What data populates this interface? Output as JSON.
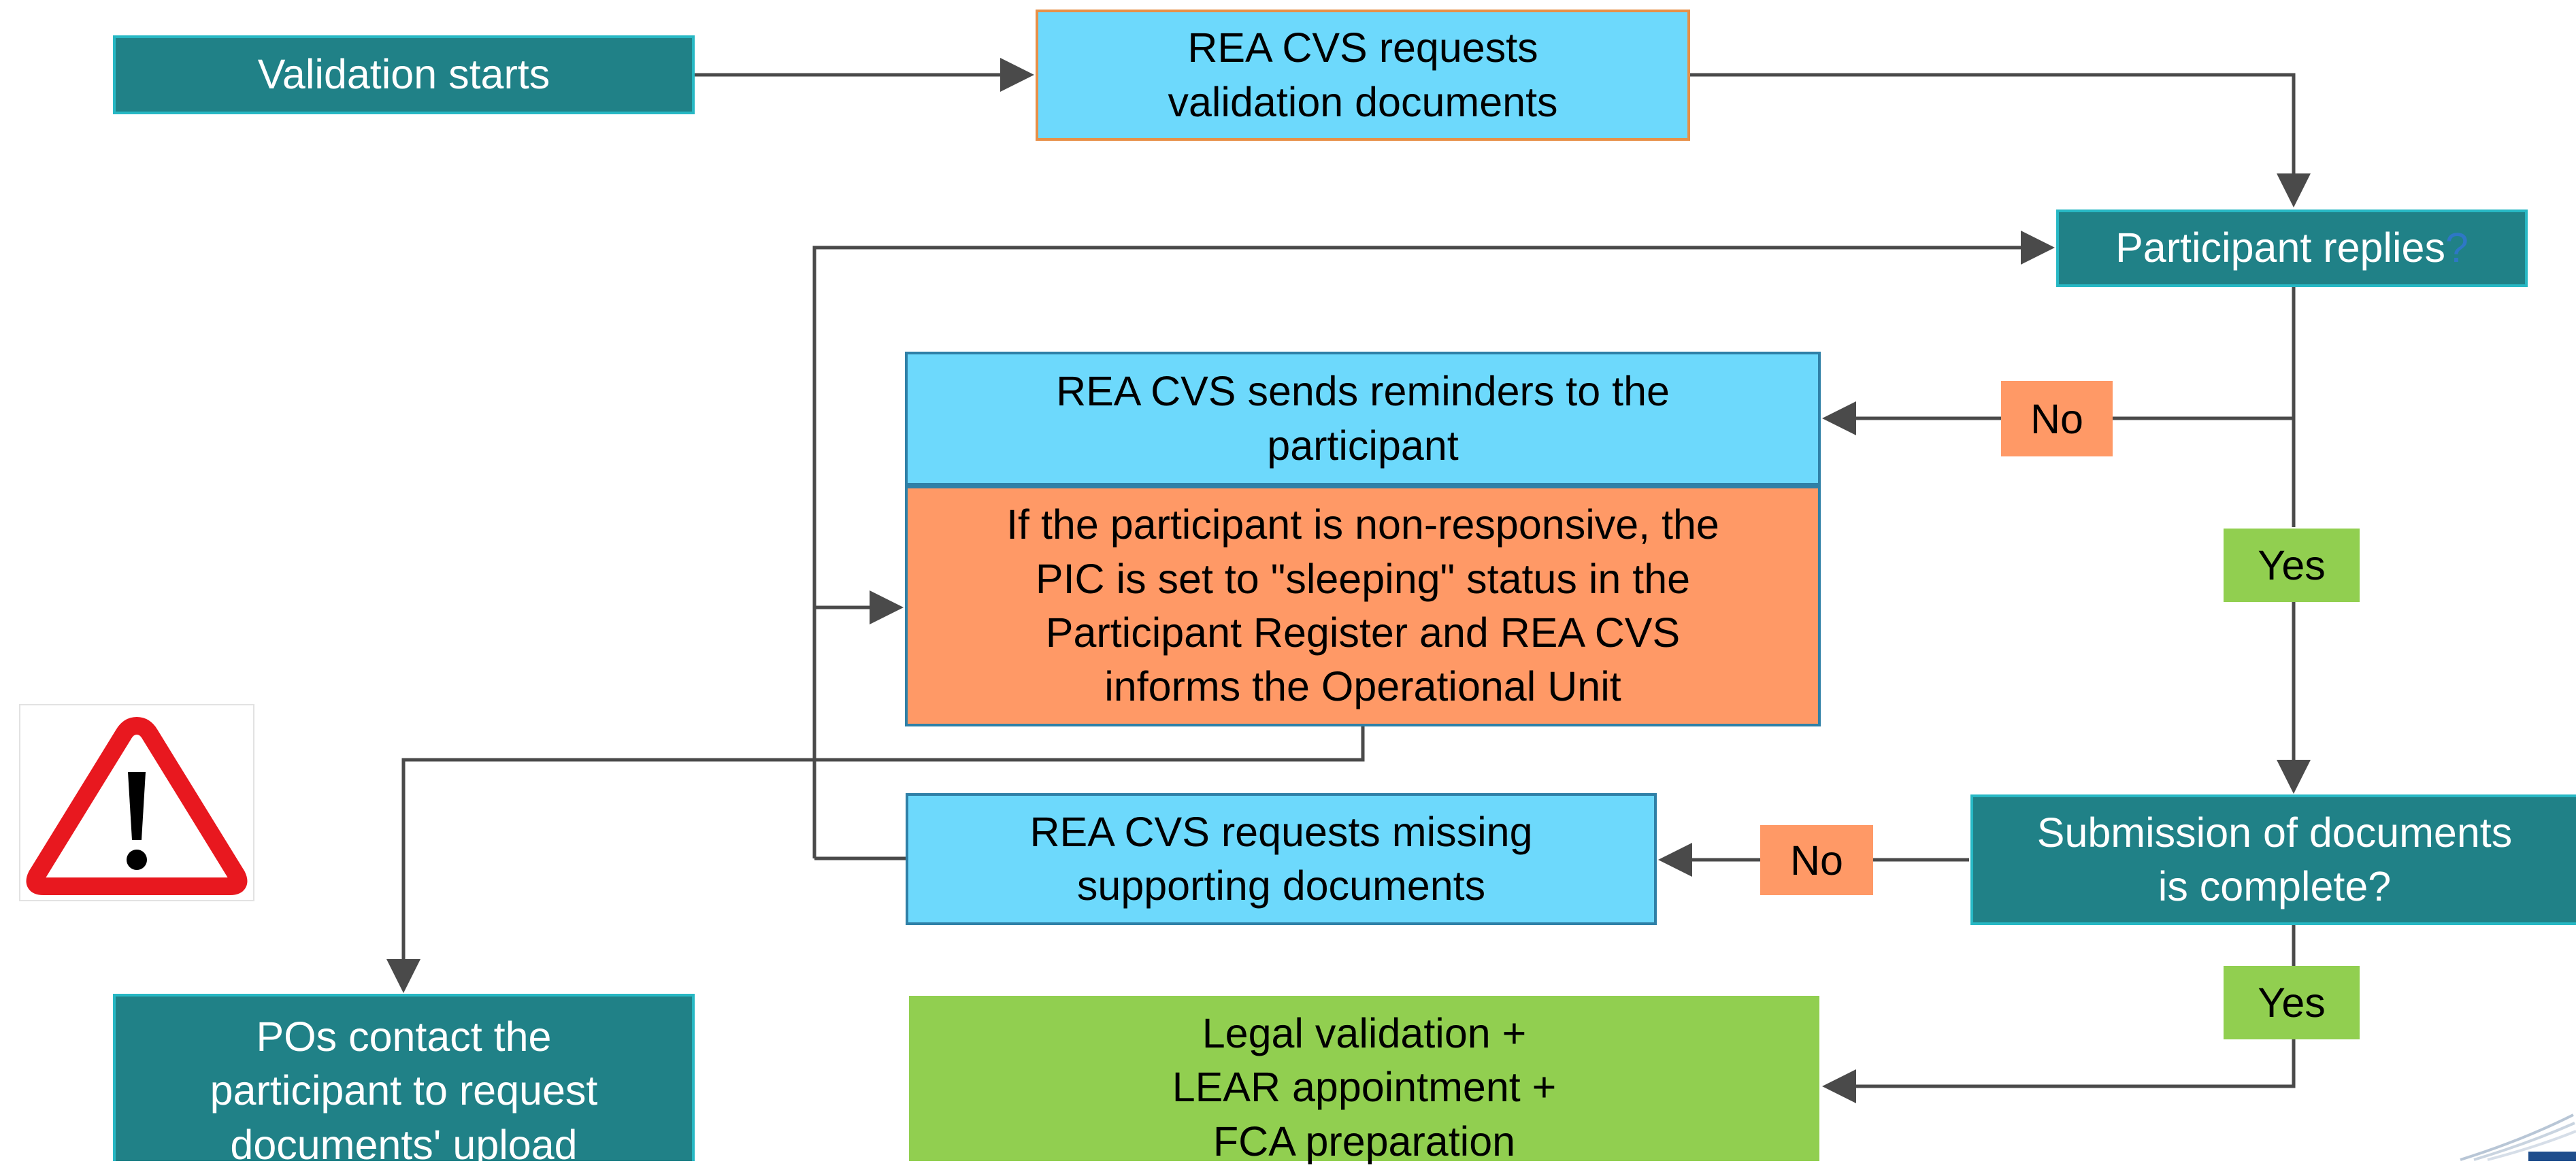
{
  "nodes": {
    "validation_starts": "Validation starts",
    "request_validation_docs": "REA CVS requests\nvalidation documents",
    "participant_replies": "Participant replies",
    "participant_replies_qmark": "?",
    "sends_reminders": "REA CVS sends reminders to the\nparticipant",
    "sleeping_status": "If the participant is non-responsive, the\nPIC is set to \"sleeping\" status in the\nParticipant Register and REA CVS\ninforms the Operational Unit",
    "submission_complete": "Submission of documents\nis complete?",
    "requests_missing": "REA CVS requests missing\nsupporting documents",
    "pos_contact": "POs contact the\nparticipant to request\ndocuments' upload",
    "legal_validation": "Legal validation +\nLEAR appointment +\nFCA preparation"
  },
  "labels": {
    "no_1": "No",
    "yes_1": "Yes",
    "no_2": "No",
    "yes_2": "Yes"
  },
  "icons": {
    "warning": "warning-triangle-icon",
    "logo": "corner-logo-icon"
  },
  "colors": {
    "teal": "#208187",
    "cyan": "#6DD9FC",
    "orange": "#FF9966",
    "green": "#91CF50",
    "arrow": "#4A4A4A",
    "warning_red": "#E8181F"
  }
}
